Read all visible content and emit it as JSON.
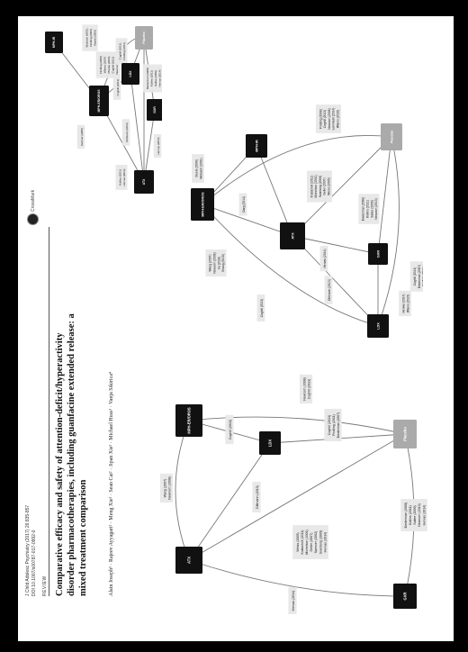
{
  "journal": {
    "citation": "J Child Adolesc Psychiatry (2017) 26:835-857",
    "doi": "DOI 10.1007/s00787-017-0992-0"
  },
  "section_label": "REVIEW",
  "crossmark_label": "CrossMark",
  "title": "Comparative efficacy and safety of attention-deficit/hyperactivity disorder pharmacotherapies, including guanfacine extended release: a mixed treatment comparison",
  "authors": "Alain Joseph¹ · Rajeev Ayyagari² · Meng Xie² · Sean Cai² · Jipan Xie² · Michael Huss³ · Vanja Sikirica⁴",
  "networks": [
    {
      "nodes": [
        {
          "id": "atx",
          "label": "ATX"
        },
        {
          "id": "mph",
          "label": "MPH-ER/OROS"
        },
        {
          "id": "lux",
          "label": "LDX"
        },
        {
          "id": "gxr",
          "label": "GXR"
        },
        {
          "id": "plc",
          "label": "Placebo"
        }
      ],
      "edge_labels": [
        "Wang (2007)\nNewcorn (2008)",
        "Coghill (2013)",
        "Dittmann (2013)",
        "Newcorn (2008)\nCoghill (2013)",
        "Coghill (2013)\nFindling (2011)\nBiederman (2007)",
        "Weiss (2005)\nKratochvil (2011)\nMichelson (2001)\nGeller (2007)\nSpencer (2002)\nSvanborg (2009)\nHervas (2014)",
        "Hervas (2014)",
        "Biederman (2008)\nKollins (2011)\nSallee (2009)\nNewcorn (2013)\nHervas (2014)"
      ]
    },
    {
      "nodes": [
        {
          "id": "mph2",
          "label": "MPH-ER/OROS"
        },
        {
          "id": "mph3",
          "label": "MPH-IR"
        },
        {
          "id": "atx2",
          "label": "ATX"
        },
        {
          "id": "lux2",
          "label": "LDX"
        },
        {
          "id": "gxr2",
          "label": "GXR"
        },
        {
          "id": "plc2",
          "label": "Placebo"
        }
      ],
      "edge_labels": [
        "Wang (2007)\nNewcorn (2008)\nSu (2016)\nShang (2015)",
        "Steele (2006)\nWolraich (2001)",
        "Garg (2014)",
        "Coghill (2013)",
        "Dittmann (2013)",
        "Hervas (2014)",
        "Coghill (2013)\nBiederman (2007)\nFindling (2011)",
        "Findling (2008)\nCoghill (2013)\nNewcorn (2008)\nLehmkuhl (2014)\nWilens (2016)",
        "Kratochvil (2011)\nMichelson (2001)\nSvanborg (2009)\nGeller (2007)\nWeiss (2005)",
        "Biederman (2008)\nKollins (2011)\nSallee (2009)\nNewcorn (2013)",
        "Hervas (2014)\nWilens (2015)"
      ]
    },
    {
      "nodes": [
        {
          "id": "mph4",
          "label": "MPH-IR"
        },
        {
          "id": "mph5",
          "label": "MPH-ER/OROS"
        },
        {
          "id": "lux3",
          "label": "LDX"
        },
        {
          "id": "atx3",
          "label": "ATX"
        },
        {
          "id": "gxr3",
          "label": "GXR"
        },
        {
          "id": "plc3",
          "label": "Placebo"
        }
      ],
      "edge_labels": [
        "Wolraich (2001)\nFindling (2006)\nSteele (2006)",
        "Coghill (2013)",
        "Kemner (2005)",
        "Dittmann (2013)",
        "Findling (2008)\nWilens (2007)\nPliszka (2006)\nCoghill (2013)\nNewcorn (2008)",
        "Coghill (2013)\nFindling (2011)",
        "Kollins (2011)\nHervas (2014)",
        "Hervas (2014)",
        "Biederman (2008)\nKollins (2011)\nSallee (2009)\nHervas (2014)\nWilens (2015)"
      ]
    }
  ]
}
